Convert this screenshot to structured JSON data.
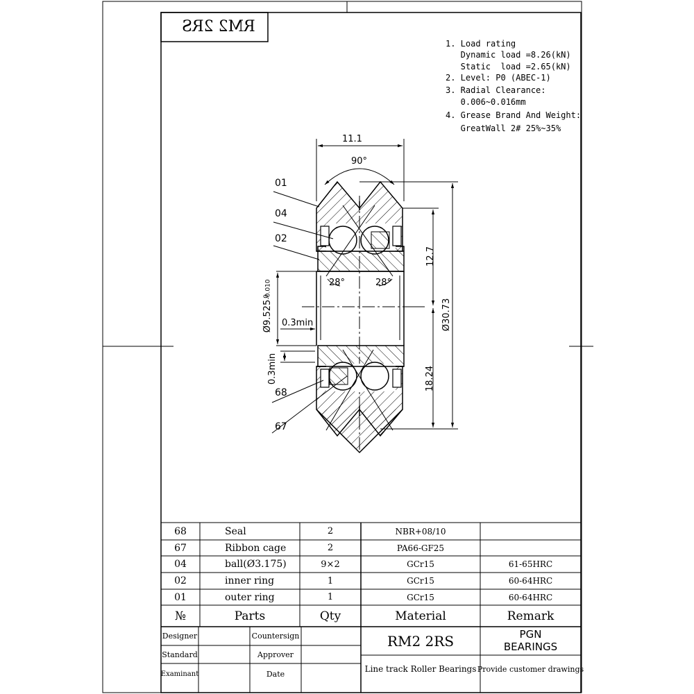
{
  "stamp": {
    "text": "RM2 2RS"
  },
  "notes": [
    "1. Load rating",
    "   Dynamic load =8.26(kN)",
    "   Static  load =2.65(kN)",
    "2. Level: P0 (ABEC-1)",
    "3. Radial Clearance:",
    "   0.006~0.016mm",
    "4. Grease Brand And Weight:",
    "   GreatWall 2# 25%~35%"
  ],
  "drawing": {
    "dim_width": "11.1",
    "dim_angle": "90°",
    "dim_12_7": "12.7",
    "dim_outer_dia": "Ø30.73",
    "dim_18_24": "18.24",
    "dim_bore": "Ø9.525",
    "dim_bore_tol_upper": "0",
    "dim_bore_tol_lower": "-0.010",
    "dim_0_3min_h": "0.3min",
    "dim_0_3min_v": "0.3min",
    "contact_angle_left": "28°",
    "contact_angle_right": "28°",
    "callouts": [
      "01",
      "04",
      "02",
      "68",
      "67"
    ]
  },
  "parts_table": {
    "rows": [
      {
        "no": "68",
        "part": "Seal",
        "qty": "2",
        "material": "NBR+08/10",
        "remark": ""
      },
      {
        "no": "67",
        "part": "Ribbon cage",
        "qty": "2",
        "material": "PA66-GF25",
        "remark": ""
      },
      {
        "no": "04",
        "part": "ball(Ø3.175)",
        "qty": "9×2",
        "material": "GCr15",
        "remark": "61-65HRC"
      },
      {
        "no": "02",
        "part": "inner ring",
        "qty": "1",
        "material": "GCr15",
        "remark": "60-64HRC"
      },
      {
        "no": "01",
        "part": "outer ring",
        "qty": "1",
        "material": "GCr15",
        "remark": "60-64HRC"
      }
    ],
    "header": {
      "no": "№",
      "part": "Parts",
      "qty": "Qty",
      "material": "Material",
      "remark": "Remark"
    }
  },
  "title_block": {
    "designer": "Designer",
    "countersign": "Countersign",
    "standard": "Standard",
    "approver": "Approver",
    "examinant": "Examinant",
    "date": "Date",
    "model": "RM2 2RS",
    "brand_line1": "PGN",
    "brand_line2": "BEARINGS",
    "product": "Line track Roller Bearings",
    "service": "Provide customer drawings"
  }
}
